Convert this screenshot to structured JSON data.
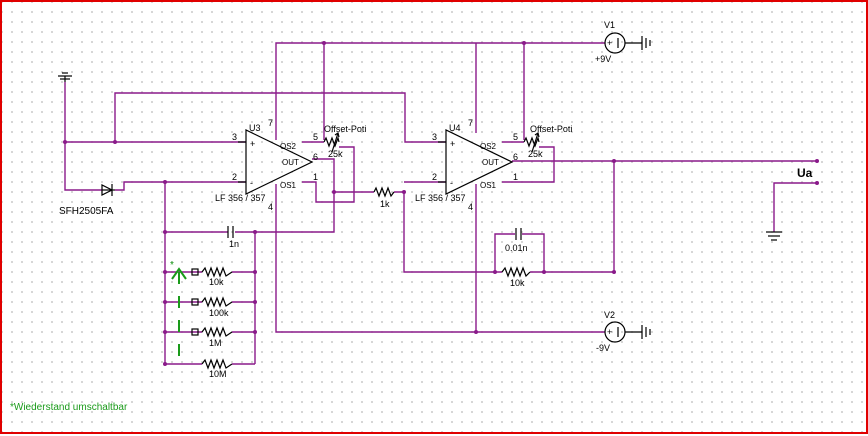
{
  "opamps": [
    {
      "ref": "U3",
      "part": "LF 356 / 357"
    },
    {
      "ref": "U4",
      "part": "LF 356 / 357"
    }
  ],
  "opamp_pins": {
    "plus": "+",
    "minus": "-",
    "os2": "OS2",
    "os1": "OS1",
    "out": "OUT",
    "n3": "3",
    "n2": "2",
    "n5": "5",
    "n6": "6",
    "n1": "1",
    "n7": "7",
    "n4": "4"
  },
  "sources": [
    {
      "ref": "V1",
      "value": "+9V"
    },
    {
      "ref": "V2",
      "value": "-9V"
    }
  ],
  "photodiode": {
    "label": "SFH2505FA"
  },
  "offset_poti": {
    "label": "Offset-Poti",
    "value": "25k"
  },
  "resistors": {
    "r_between": "1k",
    "r_feedback2": "10k",
    "switch_r": [
      "10k",
      "100k",
      "1M",
      "10M"
    ]
  },
  "capacitors": {
    "c1": "1n",
    "c2": "0.01n"
  },
  "output_label": "Ua",
  "switch_mark": "*",
  "footnote": "*Wiederstand umschaltbar"
}
